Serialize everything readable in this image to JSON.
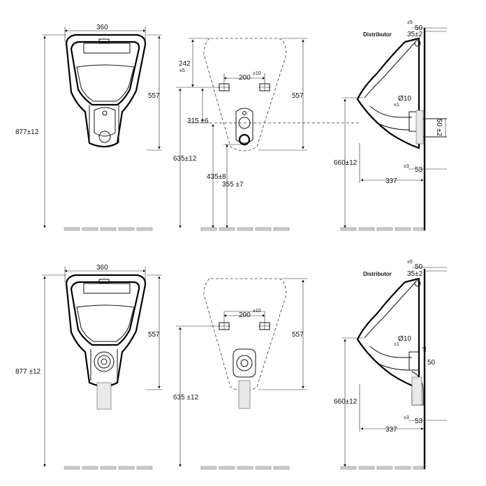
{
  "labels": {
    "width_360": "360",
    "height_557": "557",
    "height_877": "877",
    "tol_12": "±12",
    "dist_242": "242",
    "tol_5": "±5",
    "dist_200": "200",
    "tol_10": "±10",
    "dist_315": "315",
    "tol_6": "±6",
    "dist_635": "635",
    "dist_435": "435",
    "tol_8": "±8",
    "dist_355": "355",
    "tol_7": "±7",
    "dist_660": "660",
    "dist_337": "337",
    "dist_53": "53",
    "tol_3": "±3",
    "dist_50": "50",
    "tol_2": "±2",
    "dist_35": "35",
    "dia_10": "Ø10",
    "tol_1": "±1",
    "distributor": "Distributor",
    "top_tol_5": "±5",
    "top_50": "50",
    "dist_35_2": "35±2",
    "dist_50_2": "50 ±2",
    "low_dist_315": "315 ±6",
    "low_dist_435": "435±8",
    "low_dist_355": "355 ±7",
    "low_dist_660": "660±12",
    "low_dist_635": "635±12",
    "low_dist_877": "877±12",
    "low_dist_877_b": "877 ±12",
    "low_dist_635_b": "635 ±12",
    "low_dist_660_b": "660±12"
  }
}
